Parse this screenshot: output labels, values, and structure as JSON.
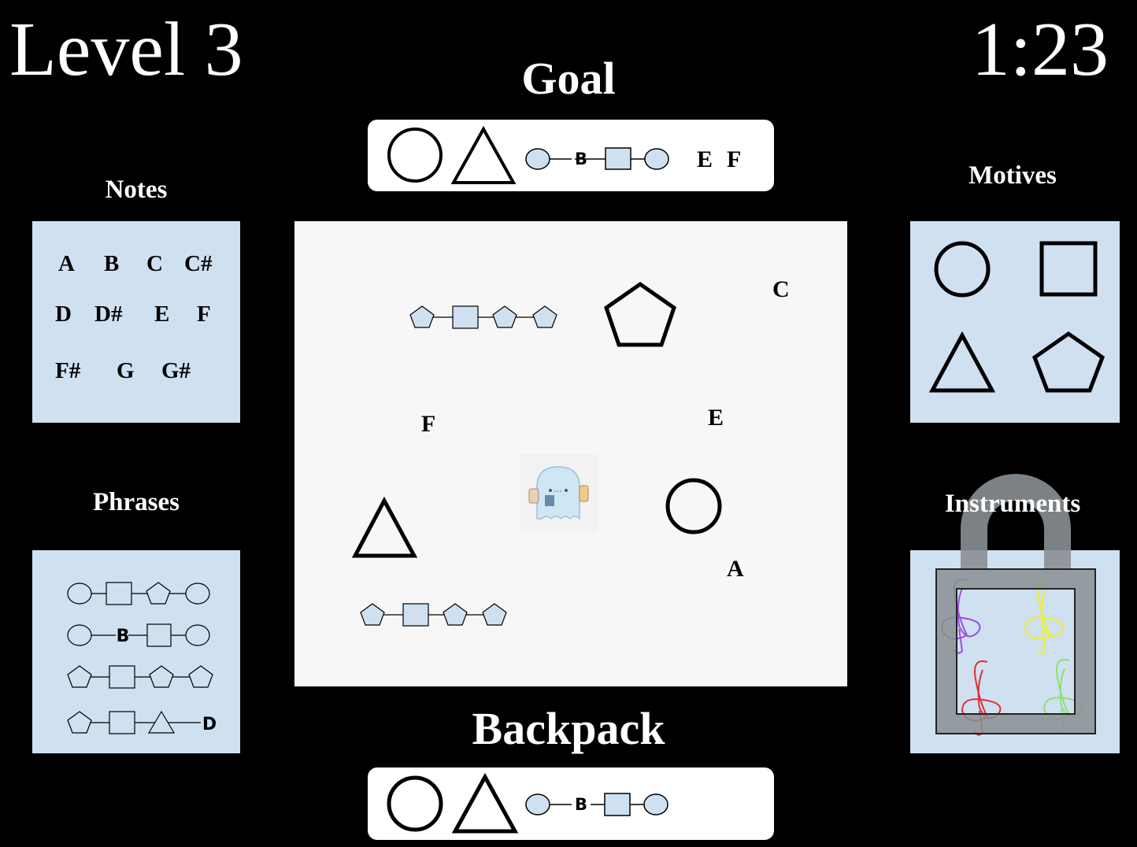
{
  "hud": {
    "level": "Level 3",
    "timer": "1:23"
  },
  "headings": {
    "goal": "Goal",
    "notes": "Notes",
    "motives": "Motives",
    "phrases": "Phrases",
    "instruments": "Instruments",
    "backpack": "Backpack"
  },
  "goal": {
    "items": [
      "circle-motive",
      "triangle-motive",
      "phrase-circle-B-square-circle"
    ],
    "phrase_note": "B",
    "notes": [
      "E",
      "F"
    ]
  },
  "notes_panel": [
    "A",
    "B",
    "C",
    "C#",
    "D",
    "D#",
    "E",
    "F",
    "F#",
    "G",
    "G#"
  ],
  "motives_panel": [
    "circle",
    "square",
    "triangle",
    "pentagon"
  ],
  "phrases_panel": [
    {
      "shapes": "circle-square-pentagon-circle"
    },
    {
      "shapes": "circle-B-square-circle",
      "note": "B"
    },
    {
      "shapes": "pentagon-square-pentagon-pentagon"
    },
    {
      "shapes": "pentagon-square-triangle-D",
      "note": "D"
    }
  ],
  "instruments_panel": {
    "locked": true,
    "icons": [
      "lock-icon",
      "treble-clef-icon"
    ],
    "colors": {
      "purple": "#9b4fe0",
      "yellow": "#f0f020",
      "red": "#e03030",
      "green": "#90e070"
    }
  },
  "field": {
    "notes": [
      "C",
      "F",
      "E",
      "A"
    ],
    "items": [
      "phrase-pentagon-square-pentagon-pentagon",
      "pentagon-motive",
      "triangle-motive",
      "circle-motive",
      "phrase-pentagon-square-pentagon-pentagon"
    ],
    "player": "ghost-character-icon"
  },
  "backpack": {
    "items": [
      "circle-motive",
      "triangle-motive",
      "phrase-circle-B-square-circle"
    ],
    "phrase_note": "B"
  },
  "colors": {
    "panel": "#cfe0f1",
    "field": "#f7f7f7",
    "background": "#000000",
    "shape_fill": "#cfe0f1"
  }
}
